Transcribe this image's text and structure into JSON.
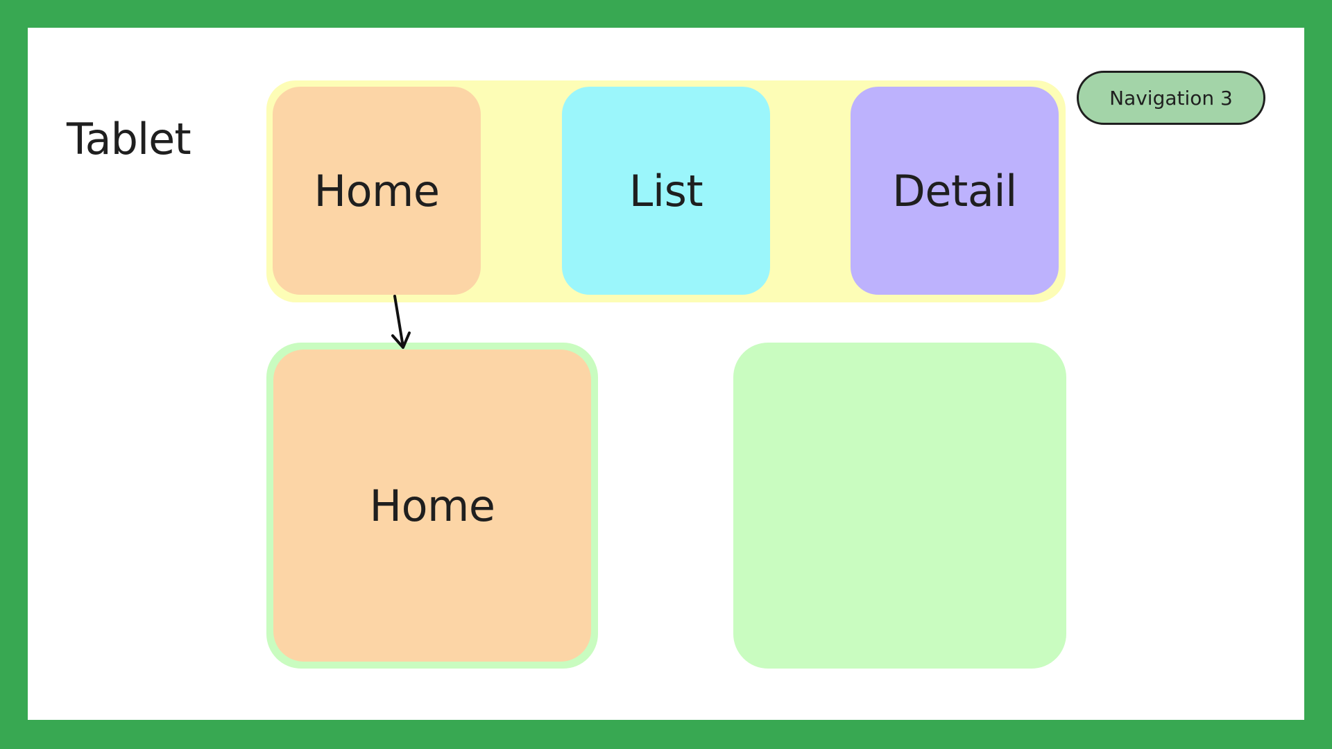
{
  "device_label": "Tablet",
  "badge": "Navigation 3",
  "back_stack": {
    "entries": [
      "Home",
      "List",
      "Detail"
    ]
  },
  "layout": {
    "left_pane_label": "Home",
    "right_pane_label": ""
  },
  "colors": {
    "frame": "#38a852",
    "back_stack_bg": "#fdfdb6",
    "home": "#fcd5a6",
    "list": "#9bf6fb",
    "detail": "#bdb2fd",
    "pane": "#c9fcc0",
    "badge": "#a3d4a8"
  }
}
